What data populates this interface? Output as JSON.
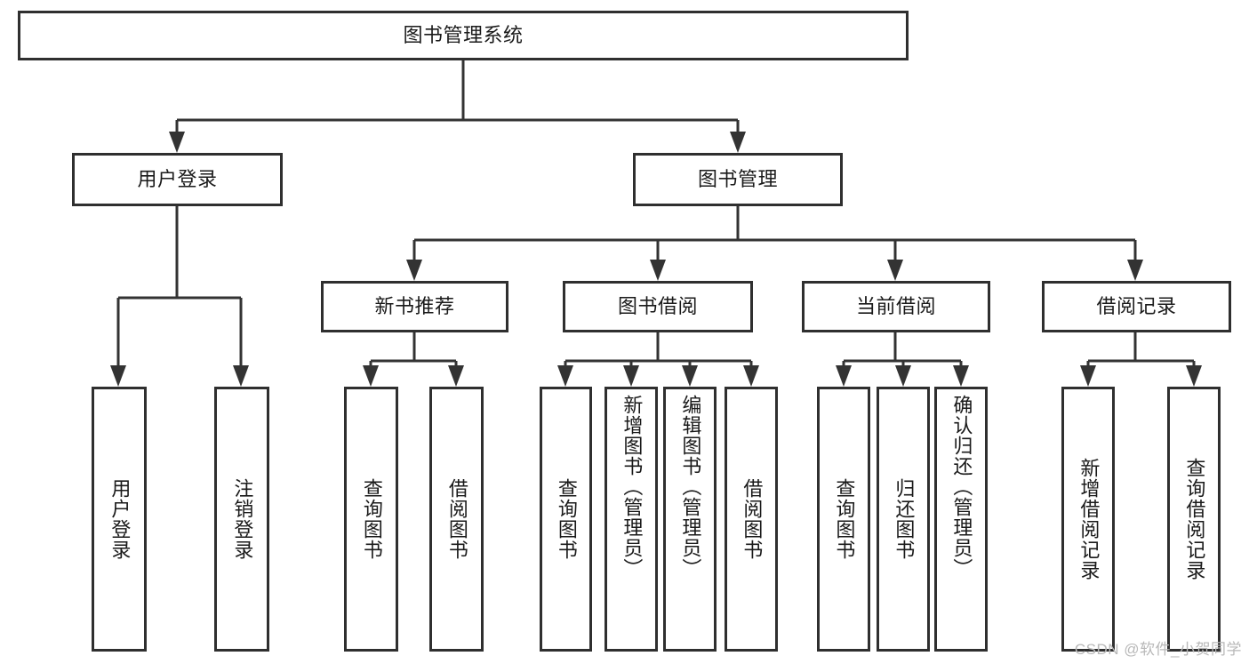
{
  "diagram": {
    "title_node": {
      "label": "图书管理系统"
    },
    "level1": [
      {
        "label": "用户登录"
      },
      {
        "label": "图书管理"
      }
    ],
    "level2": [
      {
        "label": "新书推荐"
      },
      {
        "label": "图书借阅"
      },
      {
        "label": "当前借阅"
      },
      {
        "label": "借阅记录"
      }
    ],
    "leaves": {
      "user_login": [
        {
          "label": "用户登录"
        },
        {
          "label": "注销登录"
        }
      ],
      "new_book_recommend": [
        {
          "label": "查询图书"
        },
        {
          "label": "借阅图书"
        }
      ],
      "book_borrow": [
        {
          "label": "查询图书"
        },
        {
          "label": "新增图书（管理员）"
        },
        {
          "label": "编辑图书（管理员）"
        },
        {
          "label": "借阅图书"
        }
      ],
      "current_borrow": [
        {
          "label": "查询图书"
        },
        {
          "label": "归还图书"
        },
        {
          "label": "确认归还（管理员）"
        }
      ],
      "borrow_record": [
        {
          "label": "新增借阅记录"
        },
        {
          "label": "查询借阅记录"
        }
      ]
    },
    "watermark": {
      "text": "CSDN @软件_小贺同学"
    },
    "colors": {
      "border": "#2f2f2f",
      "connector": "#333333",
      "background": "#ffffff",
      "text": "#1a1a1a",
      "watermark": "#b8b8b8"
    }
  }
}
